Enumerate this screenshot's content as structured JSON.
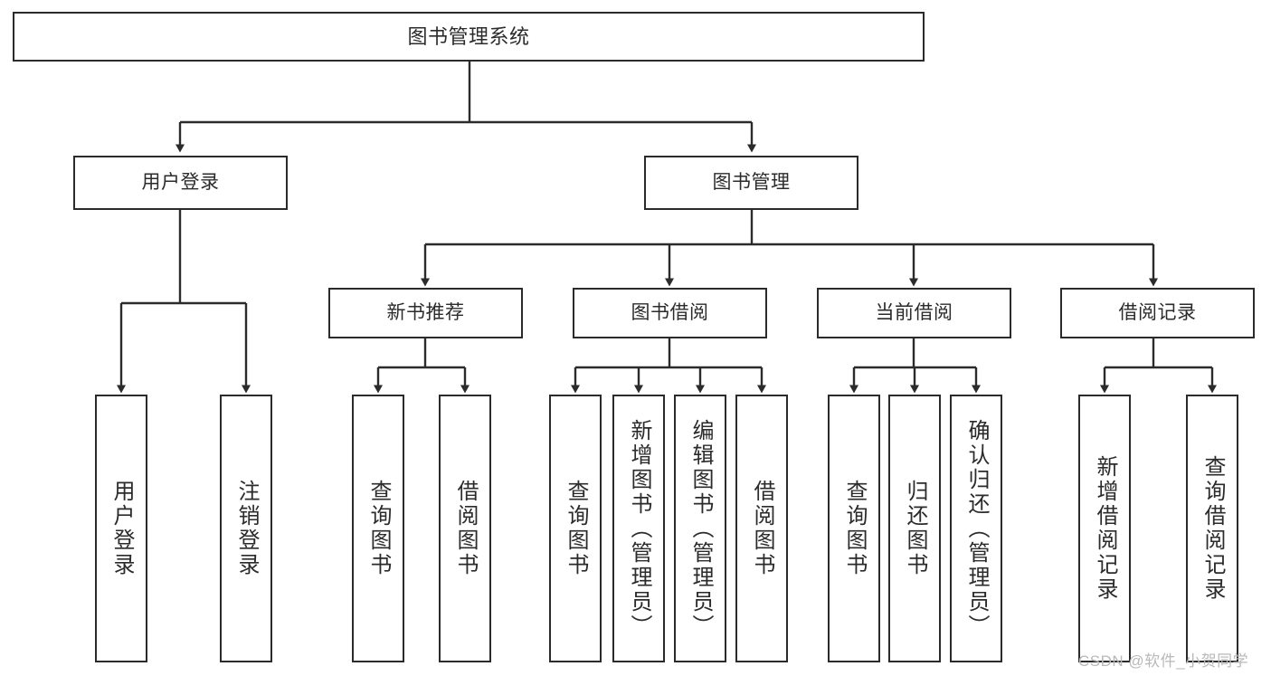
{
  "diagram": {
    "type": "tree-hierarchy",
    "title": "图书管理系统",
    "watermark": "CSDN @软件_小贺同学",
    "colors": {
      "box_border": "#2b2b2b",
      "box_fill": "#ffffff",
      "edge": "#2b2b2b",
      "background": "#ffffff",
      "watermark": "#b9b9b9"
    },
    "nodes": {
      "root": {
        "label": "图书管理系统",
        "level": 0,
        "orientation": "horizontal"
      },
      "level1": [
        {
          "id": "user-login",
          "label": "用户登录",
          "orientation": "horizontal"
        },
        {
          "id": "book-manage",
          "label": "图书管理",
          "orientation": "horizontal"
        }
      ],
      "level2": [
        {
          "id": "new-book-recommend",
          "label": "新书推荐",
          "orientation": "horizontal"
        },
        {
          "id": "book-borrow",
          "label": "图书借阅",
          "orientation": "horizontal"
        },
        {
          "id": "current-borrow",
          "label": "当前借阅",
          "orientation": "horizontal"
        },
        {
          "id": "borrow-record",
          "label": "借阅记录",
          "orientation": "horizontal"
        }
      ],
      "leaves": [
        {
          "id": "leaf-user-login",
          "label": "用户登录",
          "parent": "user-login",
          "orientation": "vertical"
        },
        {
          "id": "leaf-logout-login",
          "label": "注销登录",
          "parent": "user-login",
          "orientation": "vertical"
        },
        {
          "id": "leaf-query-book-1",
          "label": "查询图书",
          "parent": "new-book-recommend",
          "orientation": "vertical"
        },
        {
          "id": "leaf-borrow-book-1",
          "label": "借阅图书",
          "parent": "new-book-recommend",
          "orientation": "vertical"
        },
        {
          "id": "leaf-query-book-2",
          "label": "查询图书",
          "parent": "book-borrow",
          "orientation": "vertical"
        },
        {
          "id": "leaf-add-book",
          "label": "新增图书（管理员）",
          "parent": "book-borrow",
          "orientation": "vertical"
        },
        {
          "id": "leaf-edit-book",
          "label": "编辑图书（管理员）",
          "parent": "book-borrow",
          "orientation": "vertical"
        },
        {
          "id": "leaf-borrow-book-2",
          "label": "借阅图书",
          "parent": "book-borrow",
          "orientation": "vertical"
        },
        {
          "id": "leaf-query-book-3",
          "label": "查询图书",
          "parent": "current-borrow",
          "orientation": "vertical"
        },
        {
          "id": "leaf-return-book",
          "label": "归还图书",
          "parent": "current-borrow",
          "orientation": "vertical"
        },
        {
          "id": "leaf-confirm-return",
          "label": "确认归还（管理员）",
          "parent": "current-borrow",
          "orientation": "vertical"
        },
        {
          "id": "leaf-add-record",
          "label": "新增借阅记录",
          "parent": "borrow-record",
          "orientation": "vertical"
        },
        {
          "id": "leaf-query-record",
          "label": "查询借阅记录",
          "parent": "borrow-record",
          "orientation": "vertical"
        }
      ]
    }
  }
}
